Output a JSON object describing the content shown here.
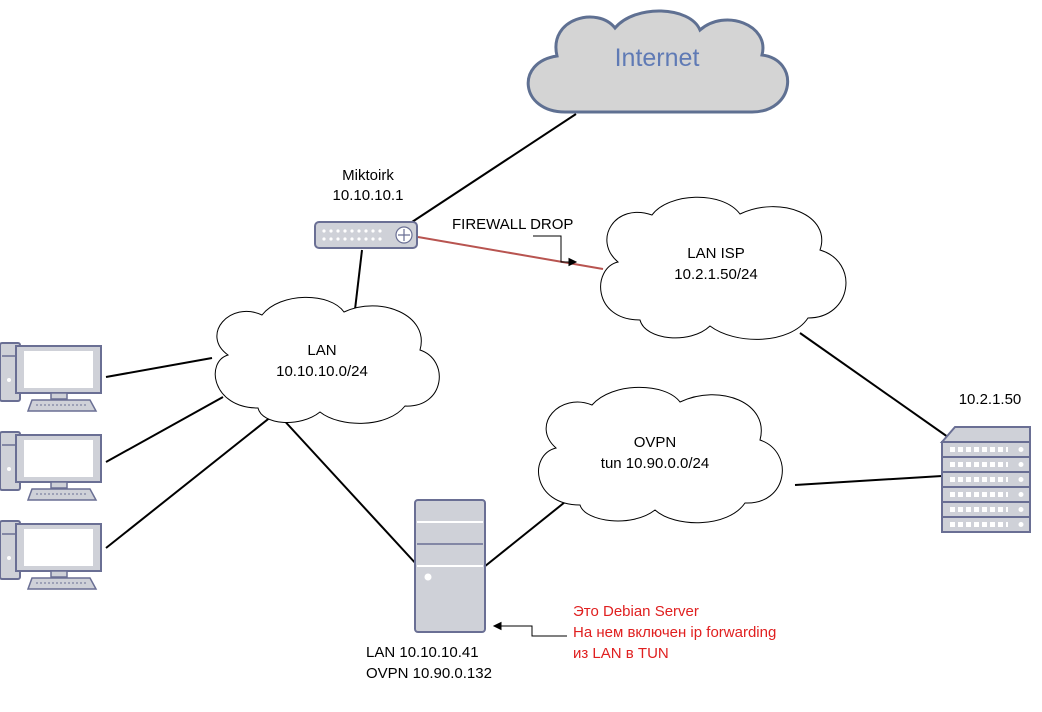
{
  "internet": {
    "label": "Internet"
  },
  "router": {
    "name": "Miktoirk",
    "ip": "10.10.10.1"
  },
  "firewall": {
    "label": "FIREWALL DROP"
  },
  "lan_isp": {
    "name": "LAN ISP",
    "subnet": "10.2.1.50/24"
  },
  "lan": {
    "name": "LAN",
    "subnet": "10.10.10.0/24"
  },
  "ovpn": {
    "name": "OVPN",
    "subnet": "tun 10.90.0.0/24"
  },
  "remote_server": {
    "ip": "10.2.1.50"
  },
  "debian": {
    "lan_ip": "LAN 10.10.10.41",
    "ovpn_ip": "OVPN 10.90.0.132"
  },
  "note": {
    "line1": "Это Debian Server",
    "line2": "На нем включен ip forwarding",
    "line3": "из LAN в TUN"
  },
  "colors": {
    "cloud_fill": "#ffffff",
    "cloud_stroke": "#000000",
    "internet_fill": "#d4d4d4",
    "internet_stroke": "#5f7092",
    "internet_text": "#5f7ab5",
    "device_fill": "#cfd1d8",
    "device_stroke": "#6a6f94",
    "firewall_link": "#b85450",
    "note_text": "#e02020"
  }
}
